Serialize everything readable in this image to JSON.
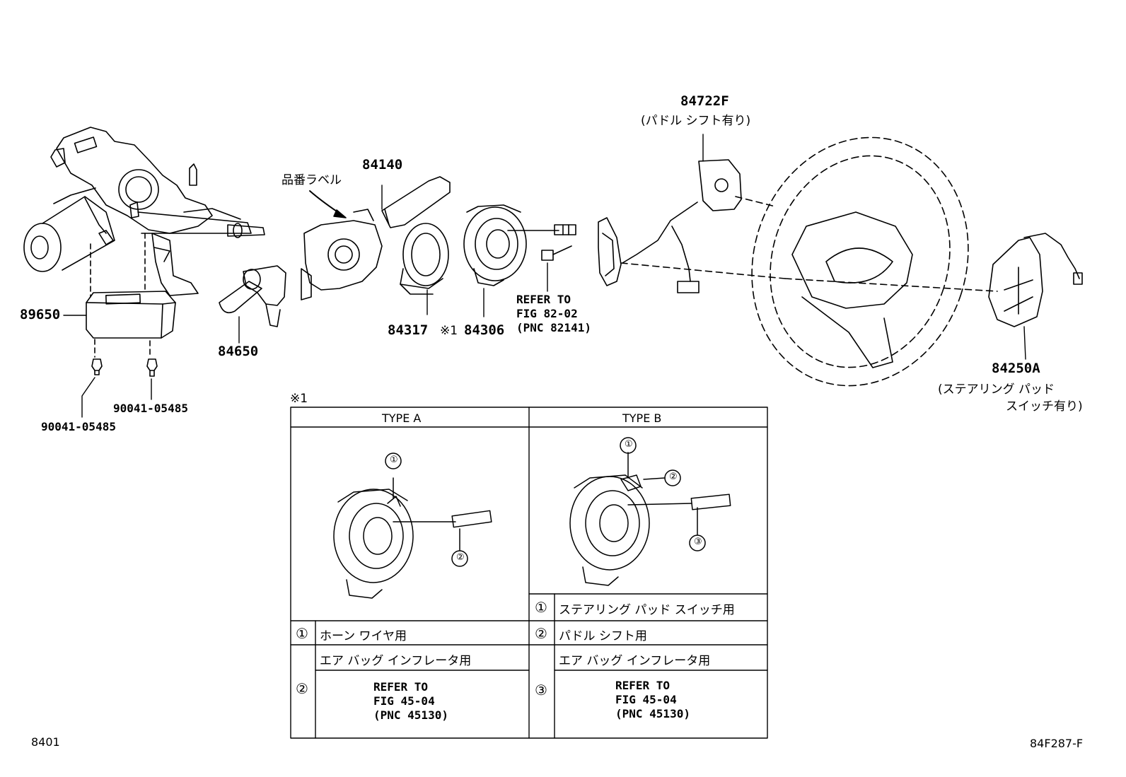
{
  "labels": {
    "p84722F": "84722F",
    "p84722F_note": "(パドル シフト有り)",
    "p84140": "84140",
    "hinban_label": "品番ラベル",
    "p89650": "89650",
    "p84650": "84650",
    "p84317": "84317",
    "mark1": "※1",
    "p84306": "84306",
    "refer_top": [
      "REFER TO",
      "FIG 82-02",
      "(PNC 82141)"
    ],
    "p84250A": "84250A",
    "p84250A_note1": "(ステアリング パッド",
    "p84250A_note2": "スイッチ有り)",
    "bolt_left": "90041-05485",
    "bolt_right": "90041-05485"
  },
  "table": {
    "mark": "※1",
    "type_a": "TYPE A",
    "type_b": "TYPE B",
    "circled": [
      "①",
      "②",
      "③"
    ],
    "b_row1": "ステアリング パッド スイッチ用",
    "a_row1": "ホーン ワイヤ用",
    "b_row2": "パドル シフト用",
    "a_row2_head": "エア バッグ インフレータ用",
    "b_row3_head": "エア バッグ インフレータ用",
    "a_ref": [
      "REFER TO",
      "FIG 45-04",
      "(PNC 45130)"
    ],
    "b_ref": [
      "REFER TO",
      "FIG 45-04",
      "(PNC 45130)"
    ]
  },
  "corner_left": "8401",
  "corner_right": "84F287-F"
}
